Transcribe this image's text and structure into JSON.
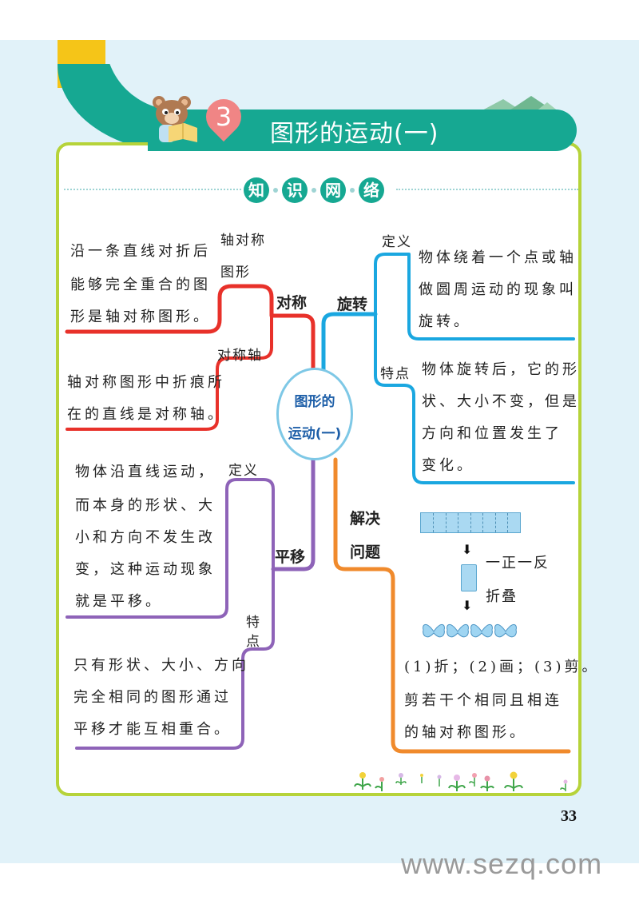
{
  "header": {
    "chapter_number": "3",
    "title": "图形的运动(一)",
    "section_keywords": [
      "知",
      "识",
      "网",
      "络"
    ]
  },
  "mindmap": {
    "center": {
      "line1": "图形的",
      "line2": "运动(一)"
    },
    "branches": {
      "symmetry": {
        "label": "对称",
        "color": "#e8312a",
        "sub": [
          {
            "label_line1": "轴对称",
            "label_line2": "图形",
            "text": [
              "沿一条直线对折后",
              "能够完全重合的图",
              "形是轴对称图形。"
            ]
          },
          {
            "label": "对称轴",
            "text": [
              "轴对称图形中折痕所",
              "在的直线是对称轴。"
            ]
          }
        ]
      },
      "rotation": {
        "label": "旋转",
        "color": "#1aa7e0",
        "sub": [
          {
            "label": "定义",
            "text": [
              "物体绕着一个点或轴",
              "做圆周运动的现象叫",
              "旋转。"
            ]
          },
          {
            "label": "特点",
            "text": [
              "物体旋转后，它的形",
              "状、大小不变，但是",
              "方向和位置发生了",
              "变化。"
            ]
          }
        ]
      },
      "translation": {
        "label": "平移",
        "color": "#8e63b8",
        "sub": [
          {
            "label": "定义",
            "text": [
              "物体沿直线运动，",
              "而本身的形状、大",
              "小和方向不发生改",
              "变，这种运动现象",
              "就是平移。"
            ]
          },
          {
            "label_line1": "特",
            "label_line2": "点",
            "text": [
              "只有形状、大小、方向",
              "完全相同的图形通过",
              "平移才能互相重合。"
            ]
          }
        ]
      },
      "problem_solving": {
        "label_line1": "解决",
        "label_line2": "问题",
        "color": "#f08a2c",
        "illustration": {
          "step_label_line1": "一正一反",
          "step_label_line2": "折叠",
          "arrow_glyph": "⬇",
          "butterfly_glyph": "🦋"
        },
        "text": [
          "(1)折；(2)画；(3)剪。",
          "剪若干个相同且相连",
          "的轴对称图形。"
        ]
      }
    }
  },
  "footer": {
    "page_number": "33",
    "watermark": "www.sezq.com"
  },
  "colors": {
    "teal": "#16a892",
    "card_border": "#b6d33a",
    "background": "#e1f2f9",
    "pin": "#f08585"
  }
}
